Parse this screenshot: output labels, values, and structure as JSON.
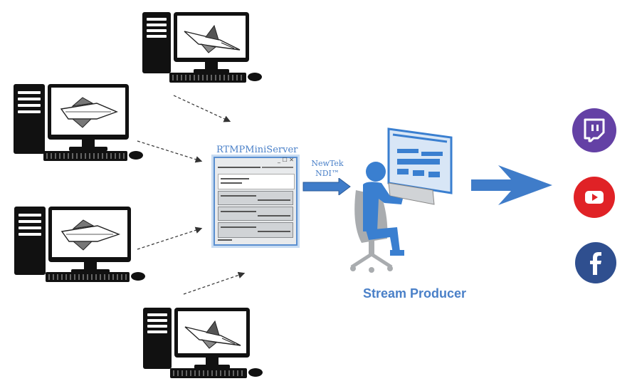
{
  "server": {
    "title": "RTMPMiniServer",
    "controls": "_ ☐ ✕"
  },
  "ndi": {
    "line1": "NewTek",
    "line2": "NDI™"
  },
  "producer": {
    "label": "Stream Producer"
  },
  "platforms": {
    "twitch": {
      "name": "twitch-logo",
      "color": "#6441a5"
    },
    "youtube": {
      "name": "youtube-logo",
      "color": "#e02226"
    },
    "facebook": {
      "name": "facebook-logo",
      "color": "#2f4f8f"
    }
  },
  "colors": {
    "accent": "#4a80c8",
    "arrow": "#3f7cc9",
    "person": "#3a7fd0",
    "chair": "#a9acaf"
  }
}
